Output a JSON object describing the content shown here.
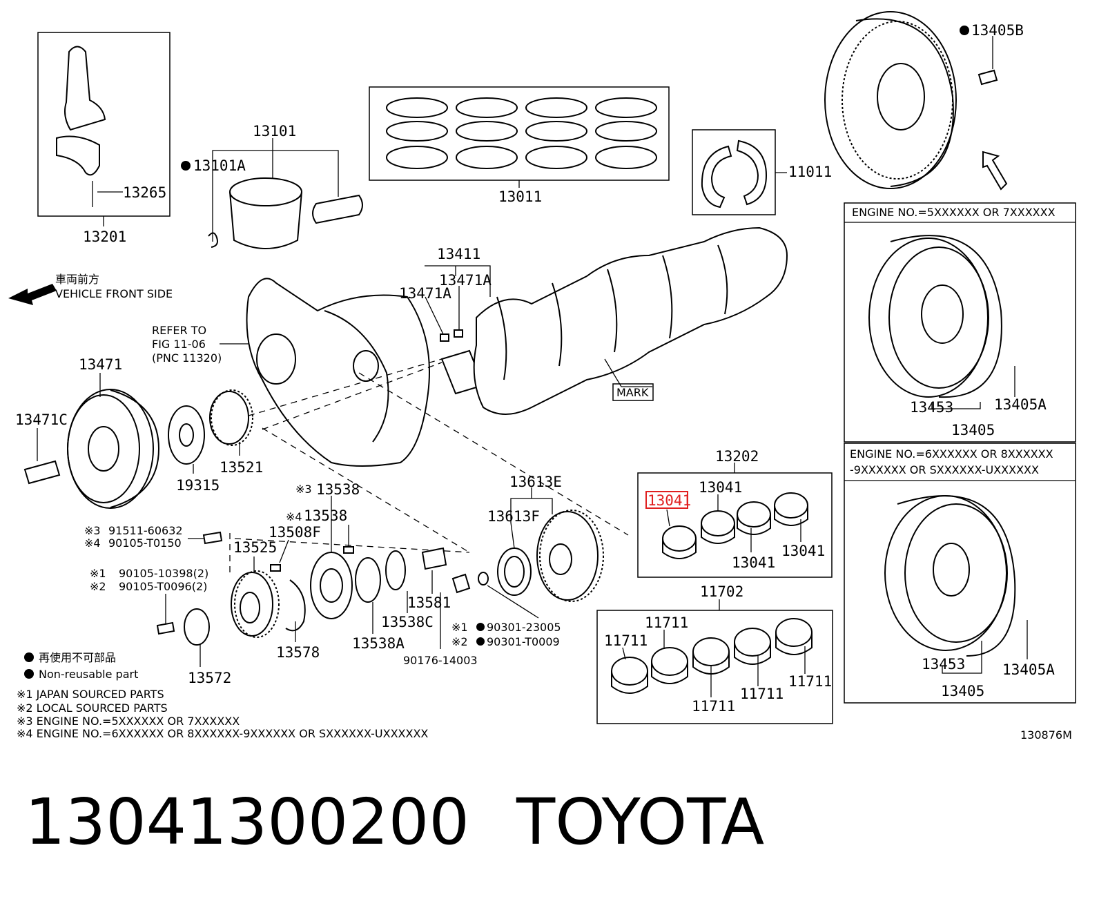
{
  "footer": {
    "part_number": "13041300200",
    "brand": "TOYOTA",
    "code": "130876M"
  },
  "direction": {
    "jp": "車両前方",
    "en": "VEHICLE FRONT SIDE"
  },
  "refer": {
    "line1": "REFER TO",
    "line2": "FIG 11-06",
    "line3": "(PNC 11320)"
  },
  "mark_label": "MARK",
  "engine_boxes": {
    "top": "ENGINE NO.=5XXXXXX OR 7XXXXXX",
    "bottom_line1": "ENGINE NO.=6XXXXXX OR 8XXXXXX",
    "bottom_line2": "-9XXXXXX OR SXXXXXX-UXXXXXX"
  },
  "legend": {
    "jp": "再使用不可部品",
    "en": "Non-reusable part",
    "n1": "※1 JAPAN SOURCED PARTS",
    "n2": "※2 LOCAL SOURCED PARTS",
    "n3": "※3 ENGINE NO.=5XXXXXX OR 7XXXXXX",
    "n4": "※4 ENGINE NO.=6XXXXXX OR 8XXXXXX-9XXXXXX OR SXXXXXX-UXXXXXX"
  },
  "labels": {
    "p13201": "13201",
    "p13265": "13265",
    "p13101": "13101",
    "p13101A": "13101A",
    "p13011": "13011",
    "p11011": "11011",
    "p13405B": "13405B",
    "p13411": "13411",
    "p13471A_1": "13471A",
    "p13471A_2": "13471A",
    "p13471": "13471",
    "p13471C": "13471C",
    "p19315": "19315",
    "p13521": "13521",
    "p13453_1": "13453",
    "p13405A_1": "13405A",
    "p13405_1": "13405",
    "p13202": "13202",
    "p13041_hl": "13041",
    "p13041_a": "13041",
    "p13041_b": "13041",
    "p13041_c": "13041",
    "p13613E": "13613E",
    "p13613F": "13613F",
    "p13538_3": "13538",
    "p13538_4": "13538",
    "p13508F": "13508F",
    "p13525": "13525",
    "p13578": "13578",
    "p13538A": "13538A",
    "p13538C": "13538C",
    "p13581": "13581",
    "p13572": "13572",
    "p90176": "90176-14003",
    "p90301_1": "90301-23005",
    "p90301_2": "90301-T0009",
    "p91511": "91511-60632",
    "p90105_T0150": "90105-T0150",
    "p90105_10398": "90105-10398(2)",
    "p90105_T0096": "90105-T0096(2)",
    "p11702": "11702",
    "p11711_a": "11711",
    "p11711_b": "11711",
    "p11711_c": "11711",
    "p11711_d": "11711",
    "p11711_e": "11711",
    "p13453_2": "13453",
    "p13405A_2": "13405A",
    "p13405_2": "13405"
  },
  "marks": {
    "m3a": "※3",
    "m4a": "※4",
    "m3b": "※3",
    "m4b": "※4",
    "m1a": "※1",
    "m2a": "※2",
    "m1b": "※1",
    "m2b": "※2"
  },
  "colors": {
    "highlight": "#e02020",
    "ink": "#000000"
  }
}
